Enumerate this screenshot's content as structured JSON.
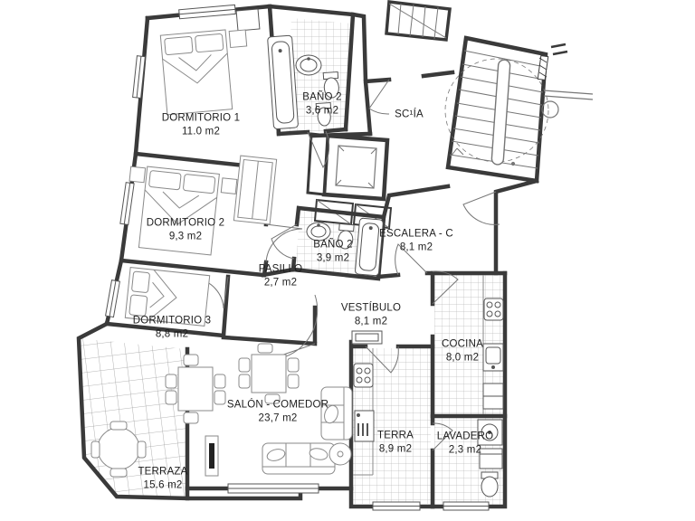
{
  "plan": {
    "type": "apartment-floor-plan",
    "unit": "m2",
    "colors": {
      "background": "#ffffff",
      "wall": "#3a3a3a",
      "thin_line": "#767676",
      "tile_line": "#bcbcbc",
      "text": "#1d1d1d"
    },
    "rooms": [
      {
        "id": "dormitorio-1",
        "name": "DORMITORIO 1",
        "area": "11.0 m2"
      },
      {
        "id": "bano-2-superior",
        "name": "BAÑO 2",
        "area": "3,6 m2"
      },
      {
        "id": "scia",
        "name": "SC¹ÍA",
        "area": ""
      },
      {
        "id": "dormitorio-2",
        "name": "DORMITORIO 2",
        "area": "9,3 m2"
      },
      {
        "id": "bano-2",
        "name": "BAÑO 2",
        "area": "3,9 m2"
      },
      {
        "id": "escalera-c",
        "name": "ESCALERA - C",
        "area": "8,1 m2"
      },
      {
        "id": "pasillo",
        "name": "PASILLO",
        "area": "2,7 m2"
      },
      {
        "id": "dormitorio-3",
        "name": "DORMITORIO 3",
        "area": "8,8 m2"
      },
      {
        "id": "vestibulo",
        "name": "VESTÍBULO",
        "area": "8,1 m2"
      },
      {
        "id": "cocina",
        "name": "COCINA",
        "area": "8,0 m2"
      },
      {
        "id": "salon-comedor",
        "name": "SALÓN - COMEDOR",
        "area": "23,7 m2"
      },
      {
        "id": "terra",
        "name": "TERRA",
        "area": "8,9 m2"
      },
      {
        "id": "lavadero",
        "name": "LAVADERO",
        "area": "2,3 m2"
      },
      {
        "id": "terraza",
        "name": "TERRAZA",
        "area": "15.6 m2"
      }
    ]
  }
}
